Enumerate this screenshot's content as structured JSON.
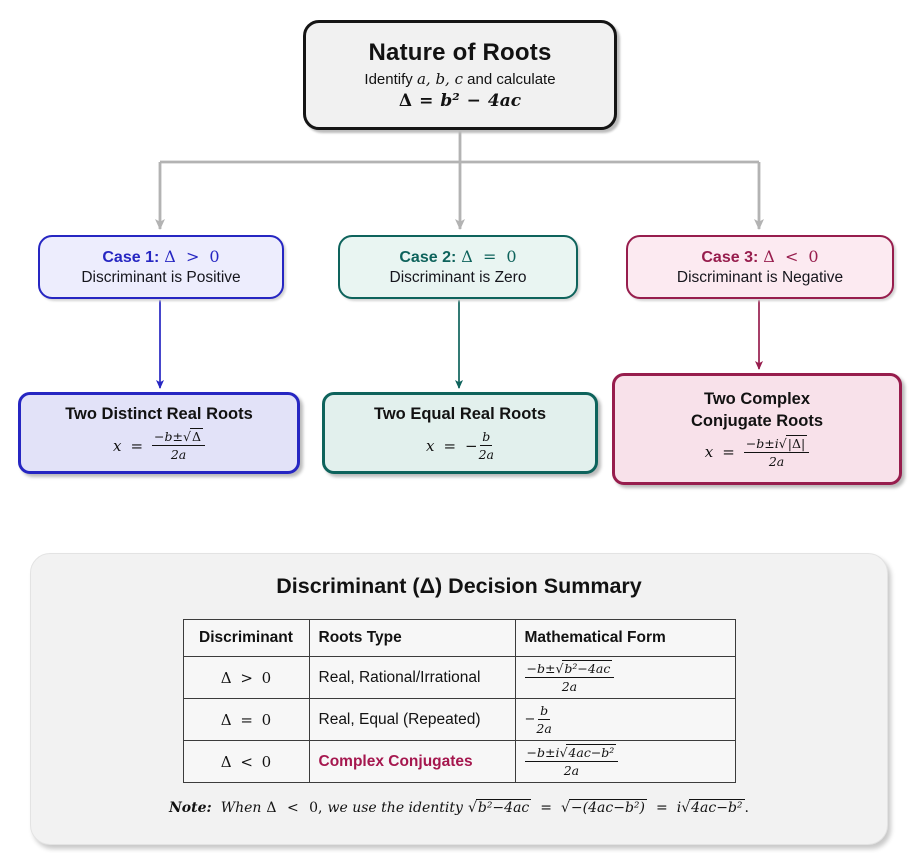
{
  "colors": {
    "blue": "#2626c2",
    "blue_fill_light": "#ededfd",
    "blue_fill": "#e2e2f8",
    "teal": "#0e635c",
    "teal_fill_light": "#e9f5f2",
    "teal_fill": "#e2f0ed",
    "maroon": "#971d4d",
    "maroon_fill_light": "#fceaf1",
    "maroon_fill": "#f8e1ea",
    "arrow_gray": "#b3b3b3",
    "top_fill": "#f1f1f1",
    "panel_fill": "#f2f2f2"
  },
  "root_node": {
    "title": "Nature of Roots",
    "subtitle_pre": "Identify",
    "subtitle_math": "a, b, c",
    "subtitle_post": "and calculate",
    "formula_delta": "Δ",
    "formula_eq": "=",
    "formula_b2": "b²",
    "formula_minus": "−",
    "formula_4ac": "4ac"
  },
  "cases": [
    {
      "label": "Case 1:",
      "condition": "Δ > 0",
      "description": "Discriminant is Positive"
    },
    {
      "label": "Case 2:",
      "condition": "Δ = 0",
      "description": "Discriminant is Zero"
    },
    {
      "label": "Case 3:",
      "condition": "Δ < 0",
      "description": "Discriminant is Negative"
    }
  ],
  "results": [
    {
      "title": "Two Distinct Real Roots",
      "lhs": "x",
      "eq": "=",
      "num_pre": "−b±",
      "sqrt_sign": "√",
      "rad": "Δ",
      "den": "2a"
    },
    {
      "title": "Two Equal Real Roots",
      "lhs": "x",
      "eq": "=",
      "pre": "−",
      "num": "b",
      "den": "2a"
    },
    {
      "title_line1": "Two Complex",
      "title_line2": "Conjugate Roots",
      "lhs": "x",
      "eq": "=",
      "num_pre": "−b±i",
      "sqrt_sign": "√",
      "rad": "|Δ|",
      "den": "2a"
    }
  ],
  "summary": {
    "title": "Discriminant (Δ) Decision Summary",
    "headers": [
      "Discriminant",
      "Roots Type",
      "Mathematical Form"
    ],
    "rows": [
      {
        "disc": "Δ > 0",
        "roots_type": "Real, Rational/Irrational",
        "num_pre": "−b±",
        "sqrt_sign": "√",
        "rad": "b²−4ac",
        "den": "2a"
      },
      {
        "disc": "Δ = 0",
        "roots_type": "Real, Equal (Repeated)",
        "pre": "−",
        "num": "b",
        "den": "2a"
      },
      {
        "disc": "Δ < 0",
        "roots_type": "Complex Conjugates",
        "num_pre": "−b±i",
        "sqrt_sign": "√",
        "rad": "4ac−b²",
        "den": "2a"
      }
    ],
    "note": {
      "label": "Note:",
      "when": "When",
      "cond": "Δ < 0,",
      "identity": "we use the identity",
      "sign1": "√",
      "rad1": "b²−4ac",
      "eq1": "=",
      "sign2": "√",
      "rad2": "−(4ac−b²)",
      "eq2": "=",
      "i": "i",
      "sign3": "√",
      "rad3": "4ac−b²",
      "end": "."
    }
  }
}
